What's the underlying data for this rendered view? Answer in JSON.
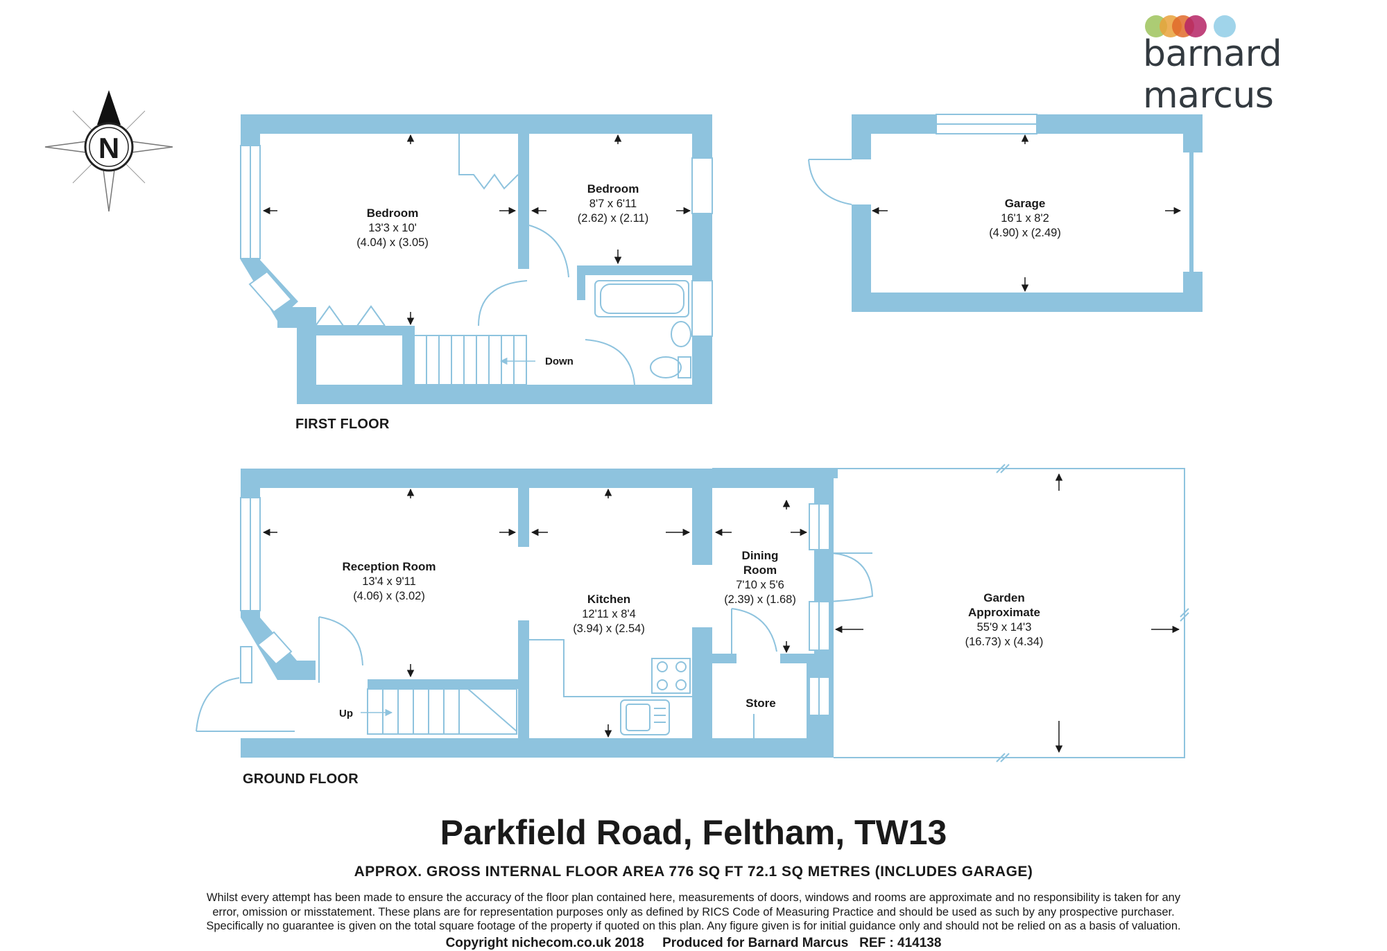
{
  "brand": {
    "name": "barnard marcus",
    "dot_colors": [
      "#9dc35c",
      "#e9a23b",
      "#e06a2a",
      "#b52565",
      "#8fcde6"
    ]
  },
  "compass": {
    "label": "N"
  },
  "colors": {
    "wall": "#8ec3de",
    "text": "#1a1a1a",
    "window_fill": "#ffffff"
  },
  "floors": {
    "first": {
      "label": "FIRST FLOOR",
      "rooms": [
        {
          "name": "Bedroom",
          "imperial": "13'3 x 10'",
          "metric": "(4.04) x (3.05)"
        },
        {
          "name": "Bedroom",
          "imperial": "8'7 x 6'11",
          "metric": "(2.62) x (2.11)"
        }
      ],
      "stairs_label": "Down"
    },
    "garage": {
      "name": "Garage",
      "imperial": "16'1 x 8'2",
      "metric": "(4.90) x (2.49)"
    },
    "ground": {
      "label": "GROUND FLOOR",
      "rooms": [
        {
          "name": "Reception Room",
          "imperial": "13'4 x 9'11",
          "metric": "(4.06) x (3.02)"
        },
        {
          "name": "Kitchen",
          "imperial": "12'11 x 8'4",
          "metric": "(3.94) x (2.54)"
        },
        {
          "name_line1": "Dining",
          "name_line2": "Room",
          "imperial": "7'10 x 5'6",
          "metric": "(2.39) x (1.68)"
        },
        {
          "name": "Store"
        },
        {
          "name_line1": "Garden",
          "name_line2": "Approximate",
          "imperial": "55'9 x 14'3",
          "metric": "(16.73) x (4.34)"
        }
      ],
      "stairs_label": "Up"
    }
  },
  "footer": {
    "title": "Parkfield Road, Feltham, TW13",
    "area": "APPROX. GROSS INTERNAL FLOOR AREA 776 SQ FT 72.1 SQ METRES (INCLUDES GARAGE)",
    "disclaimer_lines": [
      "Whilst every attempt has been made to ensure the accuracy of the floor plan contained here, measurements of doors, windows and rooms are approximate and no responsibility is taken for any",
      "error, omission or misstatement. These plans are for representation purposes only as defined by RICS Code of Measuring Practice and should be used as such by any prospective purchaser.",
      "Specifically no guarantee is given on the total square footage of the property if quoted on this plan. Any figure given is for initial guidance only and should not be relied on as a basis of valuation."
    ],
    "copyright": "Copyright nichecom.co.uk 2018     Produced for Barnard Marcus   REF : 414138"
  }
}
